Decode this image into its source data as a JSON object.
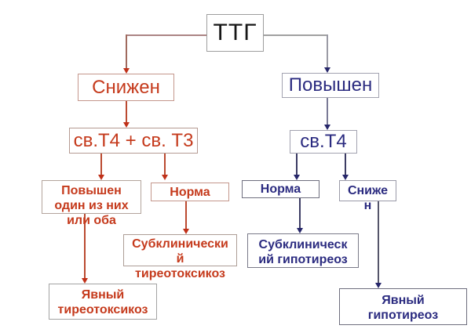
{
  "diagram": {
    "title_node": "ТТГ",
    "colors": {
      "red_text": "#c53a1c",
      "navy_text": "#2b2b80",
      "black_text": "#161616",
      "red_arrow": "#c03018",
      "navy_arrow": "#26266a",
      "gray_line": "#a0a0a0"
    },
    "nodes": {
      "ttg": {
        "label": "ТТГ"
      },
      "snizhen_left": {
        "label": "Снижен"
      },
      "t4_t3": {
        "label": "св.Т4 + св. Т3"
      },
      "povyshen_odin": {
        "lines": [
          "Повышен",
          "один из них",
          "или оба"
        ]
      },
      "norma_left": {
        "label": "Норма"
      },
      "subclin_thyro": {
        "lines": [
          "Субклинически",
          "й",
          "тиреотоксикоз"
        ]
      },
      "yavny_thyro": {
        "lines": [
          "Явный",
          "тиреотоксикоз"
        ]
      },
      "povyshen_right": {
        "label": "Повышен"
      },
      "t4": {
        "label": "св.Т4"
      },
      "norma_right": {
        "label": "Норма"
      },
      "snizhen_right": {
        "lines": [
          "Сниже",
          "н"
        ]
      },
      "subclin_hypo": {
        "lines": [
          "Субклиническ",
          "ий гипотиреоз"
        ]
      },
      "yavny_hypo": {
        "lines": [
          "Явный",
          "гипотиреоз"
        ]
      }
    },
    "edges": [
      {
        "from": "ТТГ",
        "to": "Снижен"
      },
      {
        "from": "ТТГ",
        "to": "Повышен"
      },
      {
        "from": "Снижен",
        "to": "св.Т4 + св. Т3"
      },
      {
        "from": "св.Т4 + св. Т3",
        "to": "Повышен один из них или оба"
      },
      {
        "from": "св.Т4 + св. Т3",
        "to": "Норма"
      },
      {
        "from": "Повышен один из них или оба",
        "to": "Явный тиреотоксикоз"
      },
      {
        "from": "Норма",
        "to": "Субклинический тиреотоксикоз"
      },
      {
        "from": "Повышен",
        "to": "св.Т4"
      },
      {
        "from": "св.Т4",
        "to": "Норма"
      },
      {
        "from": "св.Т4",
        "to": "Снижен"
      },
      {
        "from": "Норма",
        "to": "Субклинический гипотиреоз"
      },
      {
        "from": "Снижен",
        "to": "Явный гипотиреоз"
      }
    ]
  }
}
